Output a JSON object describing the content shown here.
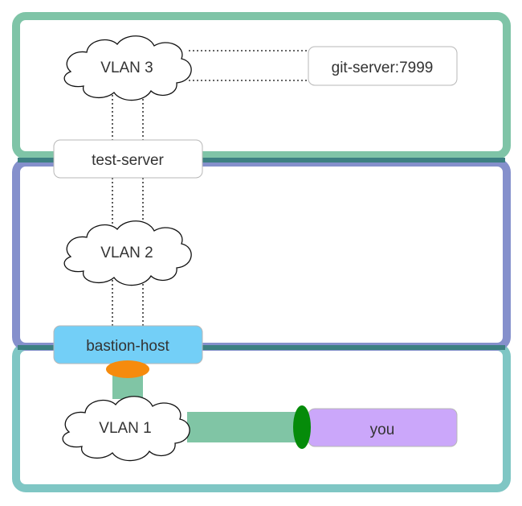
{
  "zones": [
    {
      "id": "zone-vlan3",
      "color": "#7fc4a7"
    },
    {
      "id": "zone-vlan2",
      "color": "#8590cc"
    },
    {
      "id": "zone-vlan1",
      "color": "#7fc6c4"
    }
  ],
  "zone_divider_color": "#3d8082",
  "clouds": {
    "vlan3": "VLAN 3",
    "vlan2": "VLAN 2",
    "vlan1": "VLAN 1"
  },
  "hosts": {
    "git_server": "git-server:7999",
    "test_server": "test-server",
    "bastion_host": "bastion-host",
    "you": "you"
  },
  "colors": {
    "bastion_fill": "#73cff7",
    "you_fill": "#cba7fa",
    "tunnel": "#80c5a5",
    "orange_port": "#f68b0d",
    "green_port": "#058b0a",
    "box_border": "#b7b7b7"
  }
}
